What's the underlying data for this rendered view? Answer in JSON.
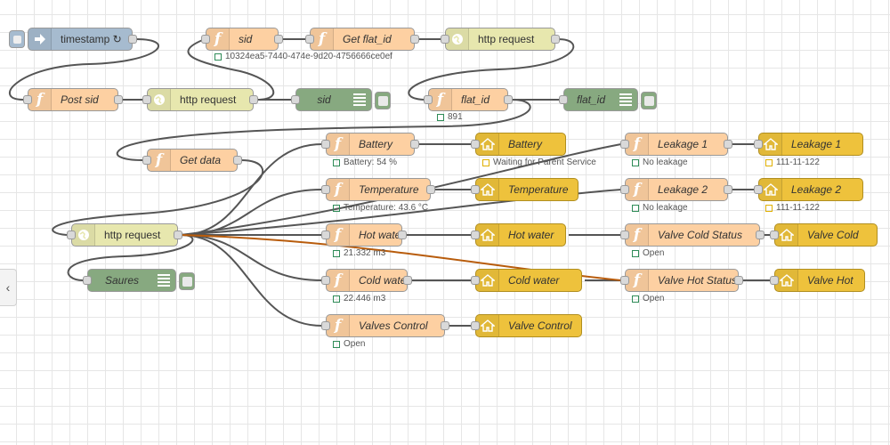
{
  "flow": {
    "nodes": {
      "timestamp": "timestamp ↻",
      "sid": "sid",
      "get_flat_id": "Get flat_id",
      "http_request_top": "http request",
      "post_sid": "Post sid",
      "http_request_row2": "http request",
      "sid_debug": "sid",
      "flat_id_fn": "flat_id",
      "flat_id_debug": "flat_id",
      "get_data": "Get data",
      "http_request_main": "http request",
      "saures": "Saures",
      "battery_fn": "Battery",
      "temperature_fn": "Temperature",
      "hot_water_fn": "Hot water",
      "cold_water_fn": "Cold water",
      "valves_control_fn": "Valves Control",
      "battery_ha": "Battery",
      "temperature_ha": "Temperature",
      "hot_water_ha": "Hot water",
      "cold_water_ha": "Cold water",
      "valve_control_ha": "Valve Control",
      "leakage1_fn": "Leakage 1",
      "leakage2_fn": "Leakage 2",
      "valve_cold_status_fn": "Valve Cold Status",
      "valve_hot_status_fn": "Valve Hot Status",
      "leakage1_ha": "Leakage 1",
      "leakage2_ha": "Leakage 2",
      "valve_cold_ha": "Valve Cold",
      "valve_hot_ha": "Valve Hot"
    },
    "status": {
      "sid": "10324ea5-7440-474e-9d20-4756666ce0ef",
      "flat_id": "891",
      "battery": "Battery: 54 %",
      "battery_ha": "Waiting for Parent Service",
      "temperature": "Temperature: 43.6 °C",
      "hot_water": "21.332 m3",
      "cold_water": "22.446 m3",
      "valves_control": "Open",
      "leakage1": "No leakage",
      "leakage1_ha": "111-11-122",
      "leakage2": "No leakage",
      "leakage2_ha": "111-11-122",
      "valve_cold_status": "Open",
      "valve_hot_status": "Open"
    },
    "icons": {
      "function": "function-icon",
      "http": "globe-icon",
      "inject": "arrow-right-icon",
      "debug": "list-icon",
      "home_assistant": "home-icon"
    },
    "colors": {
      "function_node": "#fdd0a2",
      "http_node": "#e7e7ae",
      "debug_node": "#87a980",
      "inject_node": "#a6bbcf",
      "ha_node": "#eec23c",
      "wire": "#555555",
      "wire_highlight": "#b85c0c",
      "status_green": "#2e8b57",
      "status_yellow": "#e0b000"
    },
    "sidebar_toggle": "‹"
  }
}
